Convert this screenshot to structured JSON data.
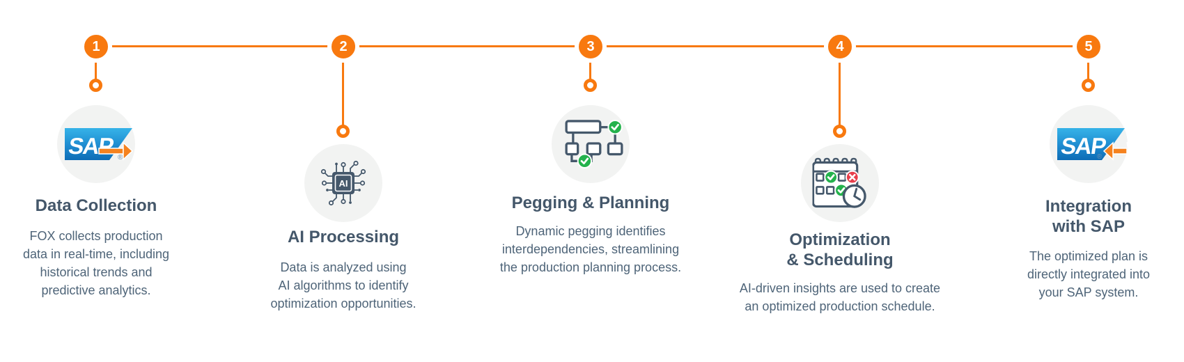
{
  "page": {
    "background": "#FFFFFF",
    "type": "process-timeline-infographic"
  },
  "colors": {
    "accent_orange": "#F8790F",
    "title_text": "#44576A",
    "description_text": "#4E6478",
    "icon_stroke": "#45586B",
    "icon_circle_bg": "#F2F3F2",
    "success_green": "#24B24C",
    "error_red": "#E73E4B",
    "sap_blue_top": "#36B3E8",
    "sap_blue_bottom": "#0D6CB5",
    "sap_arrow_orange": "#F5821F"
  },
  "steps": [
    {
      "number": "1",
      "title": "Data Collection",
      "description": "FOX collects production\ndata in real-time, including\nhistorical trends and\npredictive analytics.",
      "icon": "sap-logo-arrow-right",
      "sap_text": "SAP",
      "reg_mark": "®"
    },
    {
      "number": "2",
      "title": "AI Processing",
      "description": "Data is analyzed using\nAI algorithms to identify\noptimization opportunities.",
      "icon": "ai-chip",
      "chip_label": "AI"
    },
    {
      "number": "3",
      "title": "Pegging & Planning",
      "description": "Dynamic pegging identifies\ninterdependencies, streamlining\nthe production planning process.",
      "icon": "flowchart-with-checks"
    },
    {
      "number": "4",
      "title": "Optimization\n& Scheduling",
      "description": "AI-driven insights are used to create\nan optimized production schedule.",
      "icon": "calendar-clock-checks"
    },
    {
      "number": "5",
      "title": "Integration\nwith SAP",
      "description": "The optimized plan is\ndirectly integrated into\nyour SAP system.",
      "icon": "sap-logo-arrow-left",
      "sap_text": "SAP",
      "reg_mark": "®"
    }
  ]
}
